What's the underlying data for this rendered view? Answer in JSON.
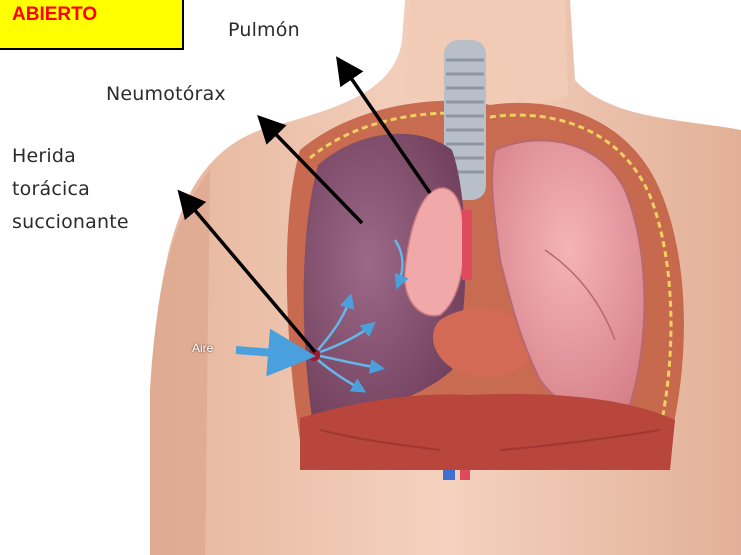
{
  "title": "ABIERTO",
  "labels": {
    "pulmon": "Pulmón",
    "neumotorax": "Neumotórax",
    "herida_line1": "Herida",
    "herida_line2": "torácica",
    "herida_line3": "succionante",
    "aire": "Aire"
  },
  "colors": {
    "title_bg": "#ffff00",
    "title_text": "#ff0000",
    "skin": "#f0c8b2",
    "collapsed_lung": "#8e5a78",
    "healthy_lung": "#ec9aa2",
    "diaphragm": "#c4473e",
    "vein": "#3f6fd0",
    "artery": "#e04a5e",
    "air_arrow": "#3f8fd0"
  }
}
